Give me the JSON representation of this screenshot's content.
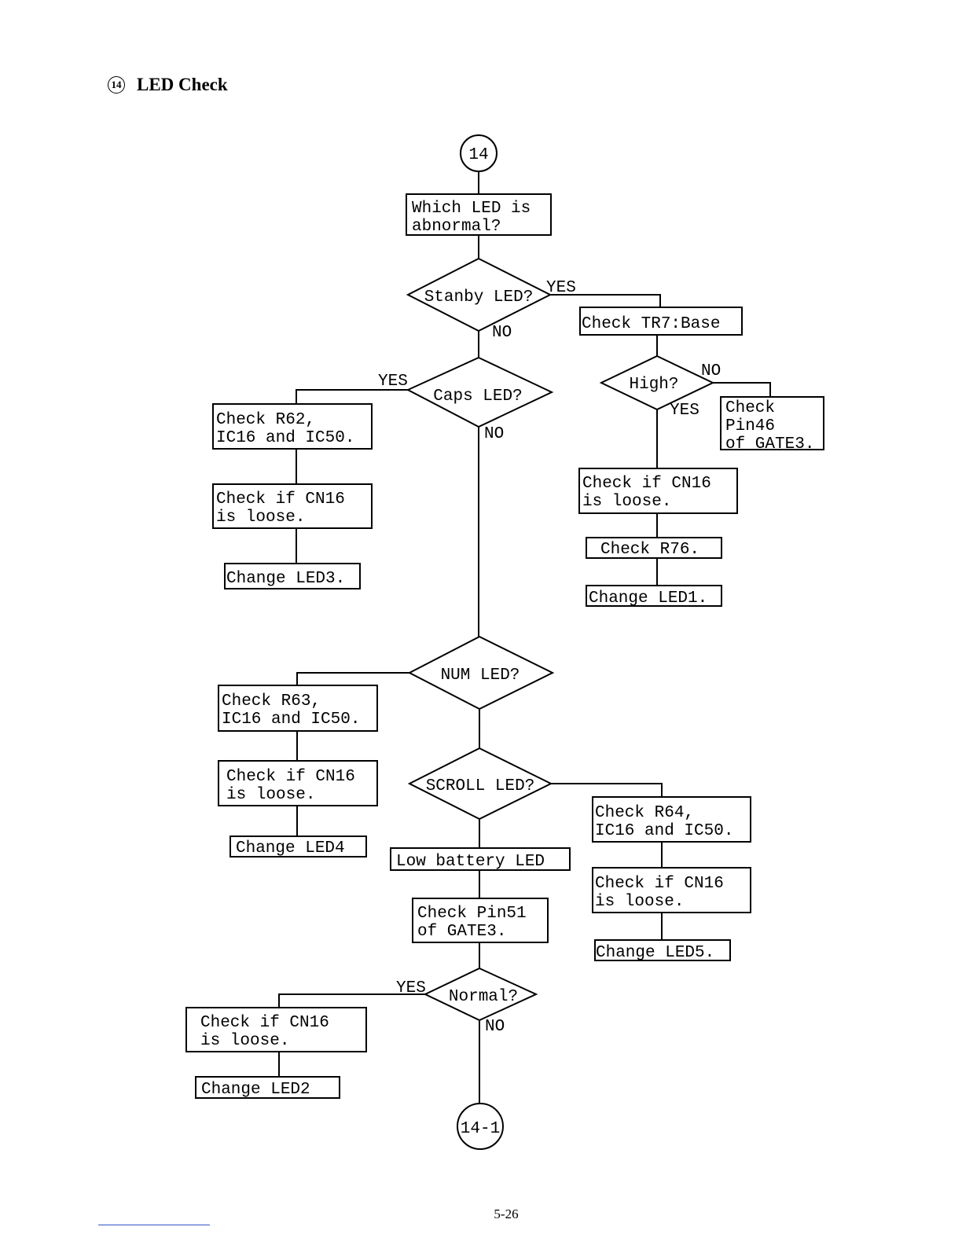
{
  "header": {
    "section_number": "14",
    "title": "LED Check"
  },
  "footer": {
    "page_number": "5-26"
  },
  "connectors": {
    "start": "14",
    "end": "14-1"
  },
  "nodes": {
    "which_led": [
      "Which LED is",
      "abnormal?"
    ],
    "standby_led": [
      "Stanby LED?"
    ],
    "check_tr7": [
      "Check TR7:Base"
    ],
    "high": [
      "High?"
    ],
    "check_pin46": [
      "Check",
      "Pin46",
      "of GATE3."
    ],
    "caps_led": [
      "Caps LED?"
    ],
    "check_r62": [
      "Check R62,",
      "IC16 and IC50."
    ],
    "caps_cn16": [
      "Check if CN16",
      "is loose."
    ],
    "change_led3": [
      "Change LED3."
    ],
    "standby_cn16": [
      "Check if CN16",
      "is loose."
    ],
    "check_r76": [
      "Check R76."
    ],
    "change_led1": [
      "Change LED1."
    ],
    "num_led": [
      "NUM LED?"
    ],
    "check_r63": [
      "Check R63,",
      "IC16 and IC50."
    ],
    "num_cn16": [
      "Check if CN16",
      "is loose."
    ],
    "change_led4": [
      "Change LED4"
    ],
    "scroll_led": [
      "SCROLL LED?"
    ],
    "check_r64": [
      "Check R64,",
      "IC16 and IC50."
    ],
    "scroll_cn16": [
      "Check if CN16",
      "is loose."
    ],
    "change_led5": [
      "Change LED5."
    ],
    "low_battery": [
      "Low battery LED"
    ],
    "check_pin51": [
      "Check Pin51",
      "of GATE3."
    ],
    "normal": [
      "Normal?"
    ],
    "battery_cn16": [
      "Check if CN16",
      "is loose."
    ],
    "change_led2": [
      "Change LED2"
    ]
  },
  "labels": {
    "standby_yes": "YES",
    "standby_no": "NO",
    "high_no": "NO",
    "high_yes": "YES",
    "caps_yes": "YES",
    "caps_no": "NO",
    "normal_yes": "YES",
    "normal_no": "NO"
  }
}
